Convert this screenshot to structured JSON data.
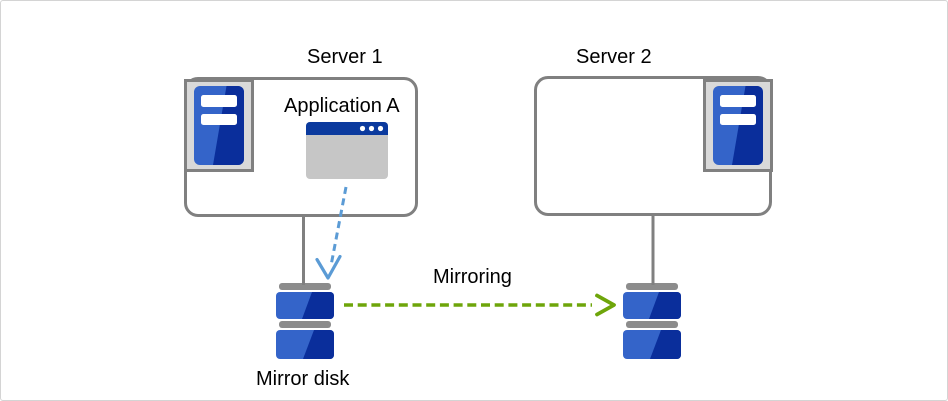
{
  "diagram": {
    "server1": {
      "label": "Server 1",
      "application_label": "Application A",
      "icons": [
        "server-tower-icon",
        "application-window-icon"
      ],
      "app_window_dots": 3
    },
    "server2": {
      "label": "Server 2",
      "icons": [
        "server-tower-icon"
      ]
    },
    "mirroring": {
      "label": "Mirroring",
      "icon": "mirroring-arrow"
    },
    "mirror_disk": {
      "label": "Mirror disk",
      "icon": "disk-stack-icon"
    },
    "standby_disk": {
      "icon": "disk-stack-icon"
    }
  },
  "colors": {
    "canvas_border": "#D4D4D4",
    "box_border": "#808080",
    "icon_panel_gray": "#D9D9D9",
    "server_blue_light": "#3464C9",
    "server_blue_dark": "#0A2E9B",
    "titlebar_blue": "#0B3A9E",
    "window_body_gray": "#C6C6C6",
    "disk_cap_gray": "#8C8C8C",
    "connector_gray": "#808080",
    "arrow_blue": "#5B9BD5",
    "arrow_green": "#6EA50A",
    "text_color": "#000000"
  }
}
